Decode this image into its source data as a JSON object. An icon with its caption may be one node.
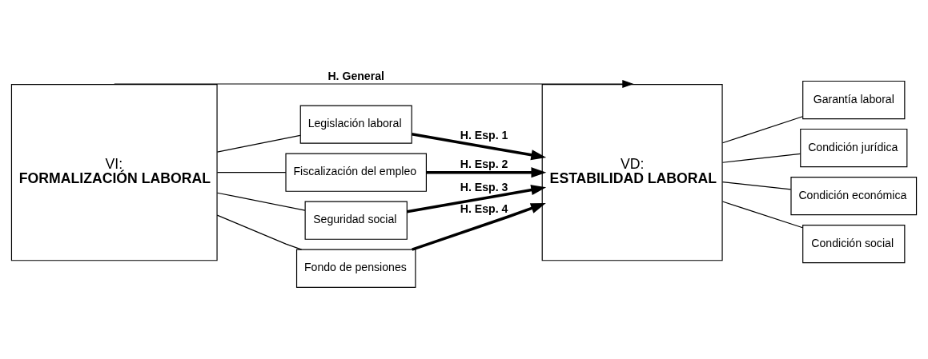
{
  "diagram": {
    "nodes": [
      {
        "text": [
          "VI:",
          "FORMALIZACIÓN LABORAL"
        ]
      },
      {
        "text": [
          "Legislación laboral"
        ]
      },
      {
        "text": [
          "Fiscalización del empleo"
        ]
      },
      {
        "text": [
          "Seguridad social"
        ]
      },
      {
        "text": [
          "Fondo de pensiones"
        ]
      },
      {
        "text": [
          "VD:",
          "ESTABILIDAD LABORAL"
        ]
      },
      {
        "text": [
          "Garantía laboral"
        ]
      },
      {
        "text": [
          "Condición jurídica"
        ]
      },
      {
        "text": [
          "Condición económica"
        ]
      },
      {
        "text": [
          "Condición social"
        ]
      }
    ],
    "edges": [
      {
        "from": 0,
        "to": 5,
        "arrow": "to",
        "label": "H. General"
      },
      {
        "from": 0,
        "to": 1,
        "arrow": "none"
      },
      {
        "from": 0,
        "to": 2,
        "arrow": "none"
      },
      {
        "from": 0,
        "to": 3,
        "arrow": "none"
      },
      {
        "from": 0,
        "to": 4,
        "arrow": "none"
      },
      {
        "from": 1,
        "to": 5,
        "arrow": "to",
        "label": "H. Esp. 1",
        "style": "thick"
      },
      {
        "from": 2,
        "to": 5,
        "arrow": "to",
        "label": "H. Esp. 2",
        "style": "thick"
      },
      {
        "from": 3,
        "to": 5,
        "arrow": "to",
        "label": "H. Esp. 3",
        "style": "thick"
      },
      {
        "from": 4,
        "to": 5,
        "arrow": "to",
        "label": "H. Esp. 4",
        "style": "thick"
      },
      {
        "from": 5,
        "to": 6,
        "arrow": "none"
      },
      {
        "from": 5,
        "to": 7,
        "arrow": "none"
      },
      {
        "from": 5,
        "to": 8,
        "arrow": "none"
      },
      {
        "from": 5,
        "to": 9,
        "arrow": "none"
      }
    ]
  }
}
